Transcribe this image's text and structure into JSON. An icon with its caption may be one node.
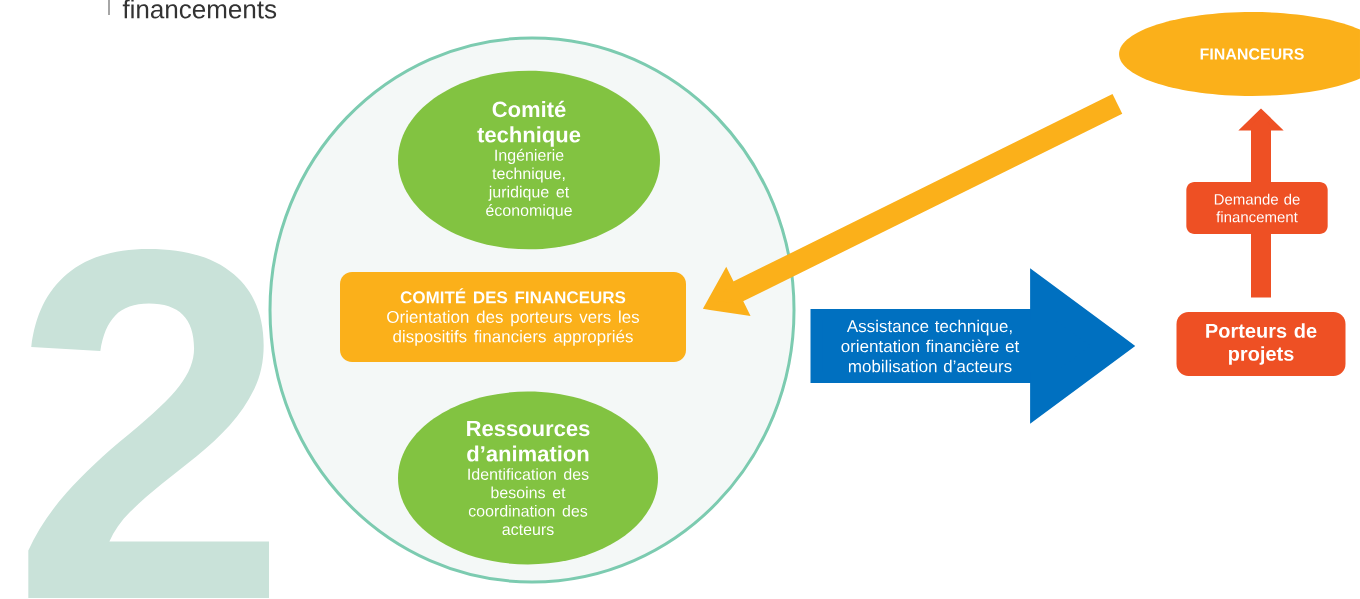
{
  "diagram": {
    "nodes": [
      {
        "text": [],
        "shape": "circle"
      },
      {
        "text": [
          "Comité technique",
          "Ingénierie technique, juridique et économique"
        ],
        "in": 0
      },
      {
        "text": [
          "COMITÉ DES FINANCEURS",
          "Orientation des porteurs vers les dispositifs financiers appropriés"
        ],
        "in": 0
      },
      {
        "text": [
          "Ressources d’animation",
          "Identification des besoins et coordination des acteurs"
        ],
        "in": 0
      },
      {
        "text": [
          "FINANCEURS"
        ]
      },
      {
        "text": [
          "Porteurs de projets"
        ]
      }
    ],
    "edges": [
      {
        "from": 4,
        "to": 2,
        "arrow": "to",
        "color": "#fbb01a"
      },
      {
        "from": 0,
        "to": 5,
        "arrow": "to",
        "label": "Assistance technique, orientation financière et mobilisation d’acteurs",
        "style": "thick",
        "color": "#0070c0"
      },
      {
        "from": 5,
        "to": 4,
        "arrow": "to",
        "label": "Demande de financement",
        "color": "#ee5024"
      }
    ],
    "labels": [
      "financements",
      "2"
    ]
  }
}
